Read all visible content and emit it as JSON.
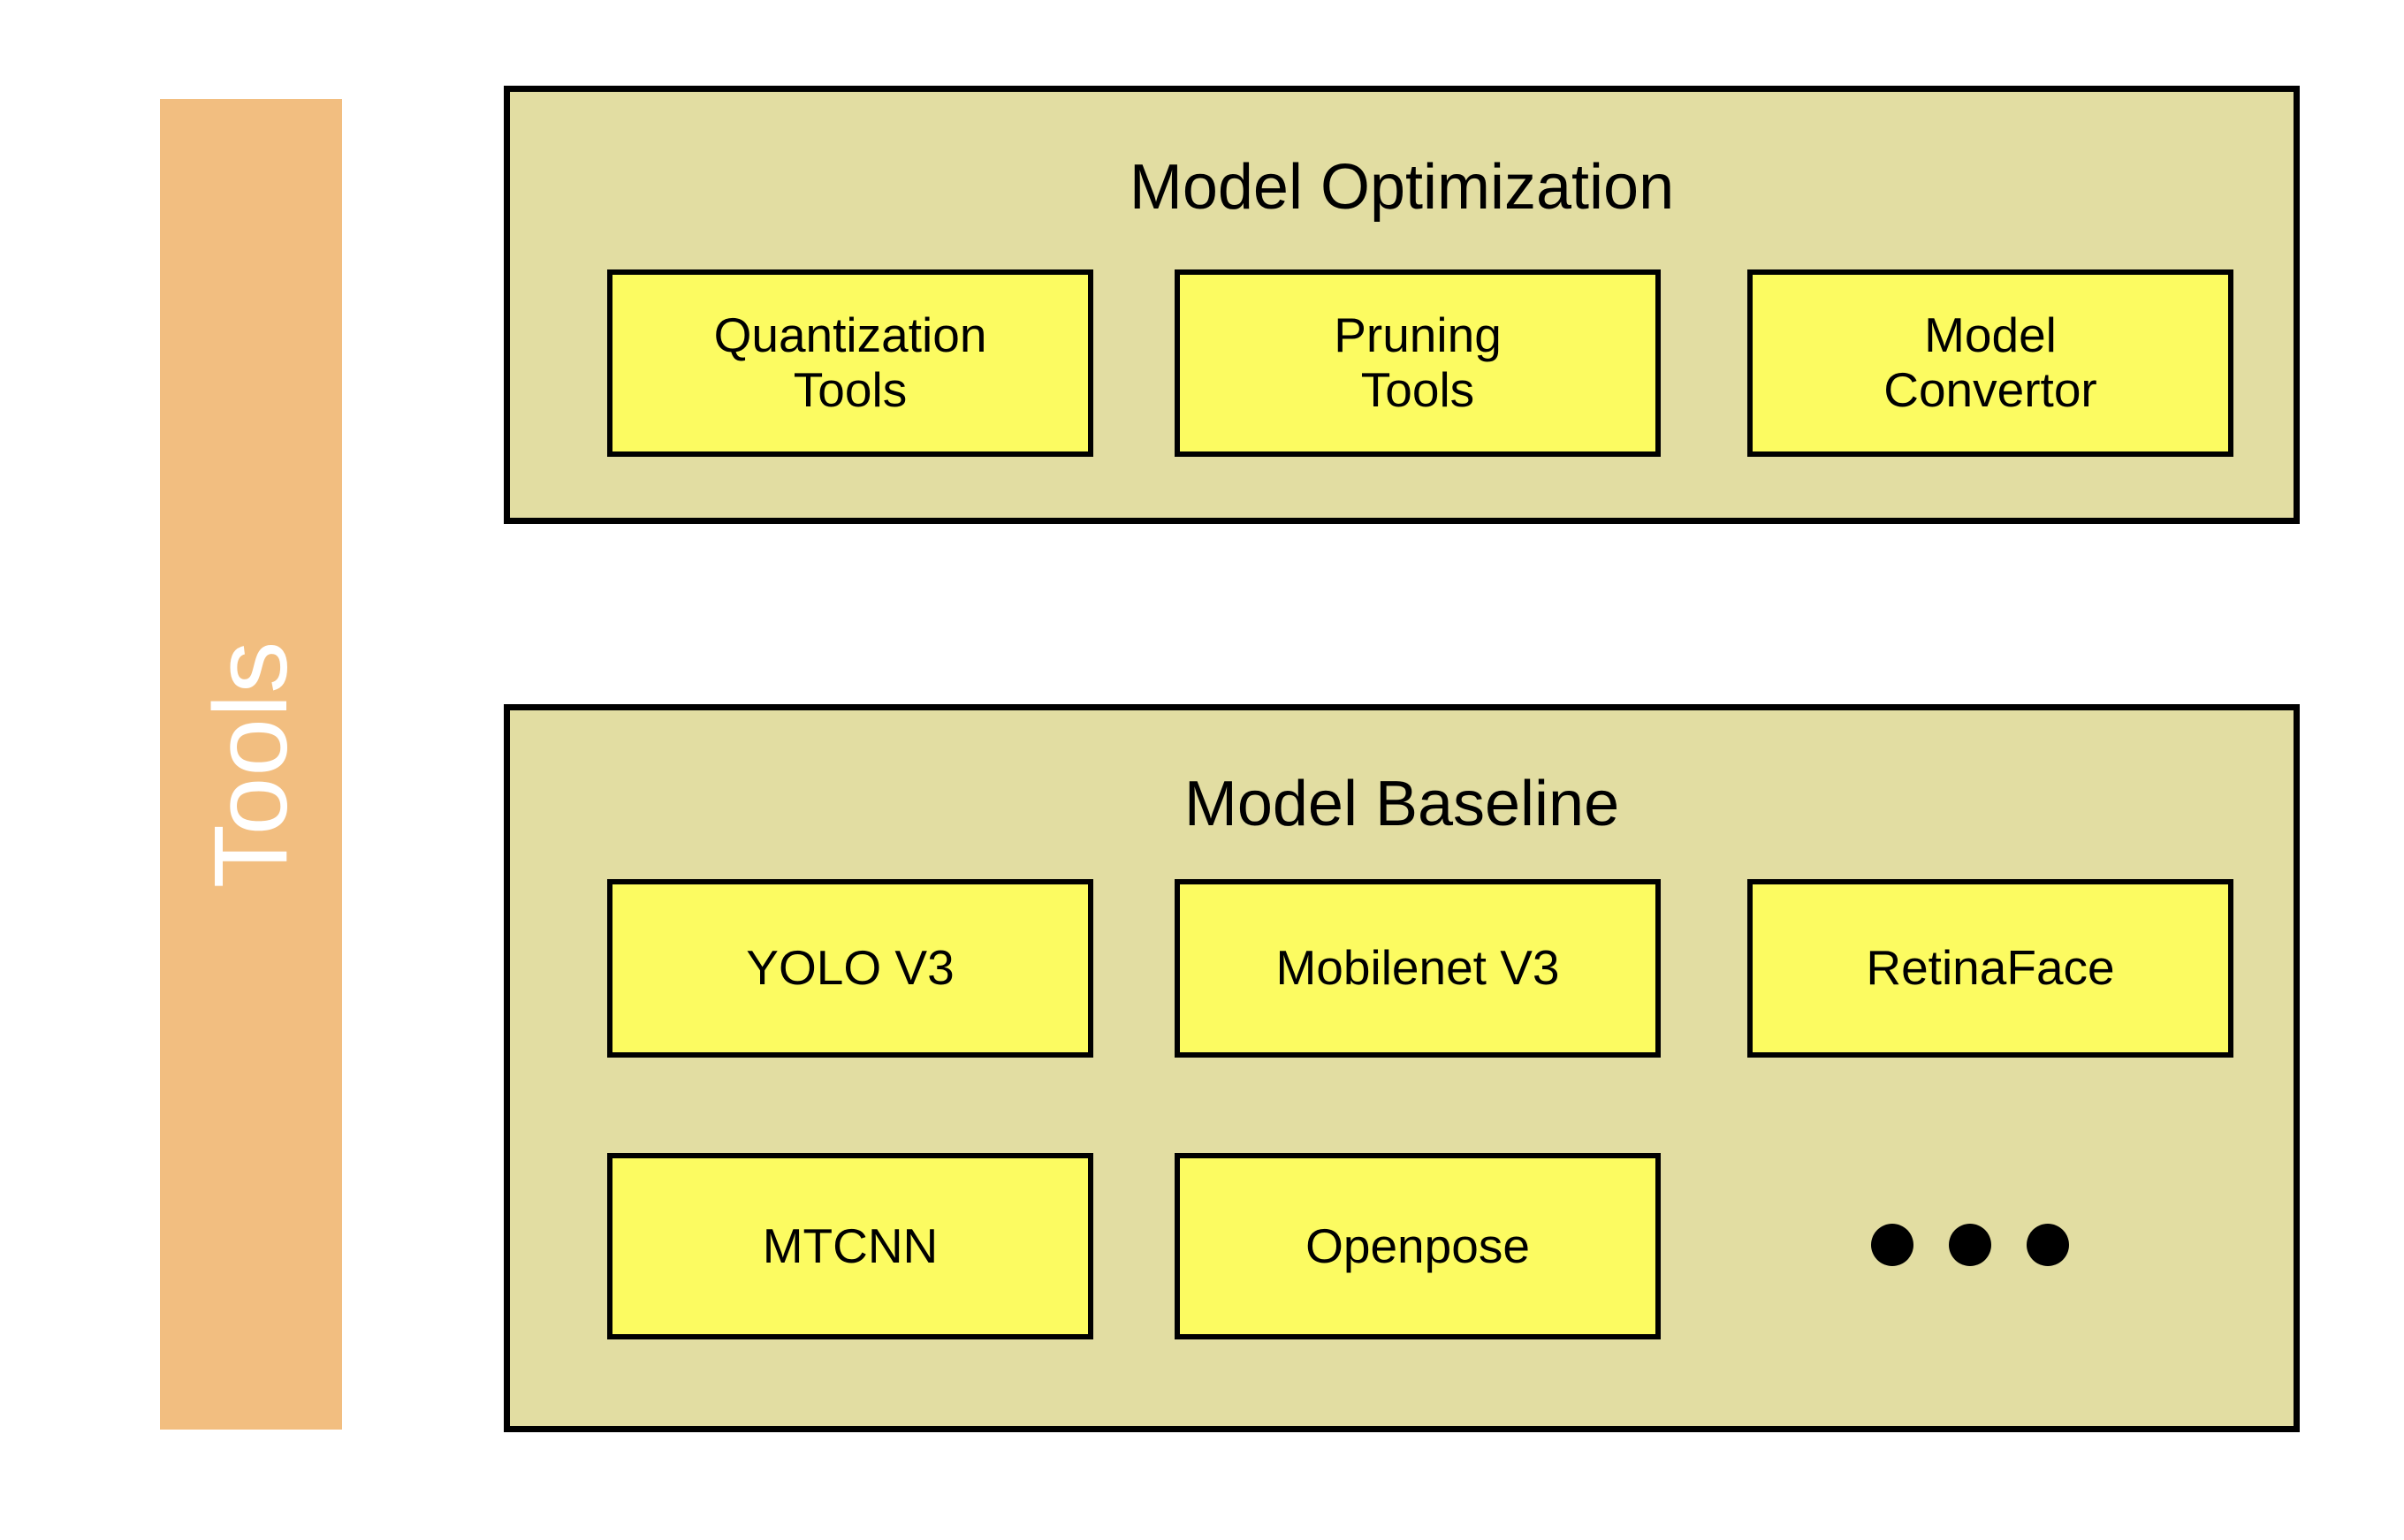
{
  "sidebar": {
    "label": "Tools",
    "color": "#f2be80",
    "text_color": "#ffffff"
  },
  "panels": [
    {
      "id": "optimization",
      "title": "Model Optimization",
      "background": "#e2dda2",
      "border_color": "#000000",
      "nodes": [
        {
          "id": "quantization-tools",
          "label": "Quantization\nTools",
          "color": "#fcfb61"
        },
        {
          "id": "pruning-tools",
          "label": "Pruning\nTools",
          "color": "#fcfb61"
        },
        {
          "id": "model-convertor",
          "label": "Model\nConvertor",
          "color": "#fcfb61"
        }
      ]
    },
    {
      "id": "baseline",
      "title": "Model Baseline",
      "background": "#e2dda2",
      "border_color": "#000000",
      "rows": [
        [
          {
            "id": "yolo-v3",
            "label": "YOLO V3",
            "color": "#fcfb61"
          },
          {
            "id": "mobilenet-v3",
            "label": "Mobilenet V3",
            "color": "#fcfb61"
          },
          {
            "id": "retinaface",
            "label": "RetinaFace",
            "color": "#fcfb61"
          }
        ],
        [
          {
            "id": "mtcnn",
            "label": "MTCNN",
            "color": "#fcfb61"
          },
          {
            "id": "openpose",
            "label": "Openpose",
            "color": "#fcfb61"
          }
        ]
      ],
      "ellipsis": {
        "dot_count": 3,
        "color": "#000000",
        "meaning": "more models"
      }
    }
  ]
}
